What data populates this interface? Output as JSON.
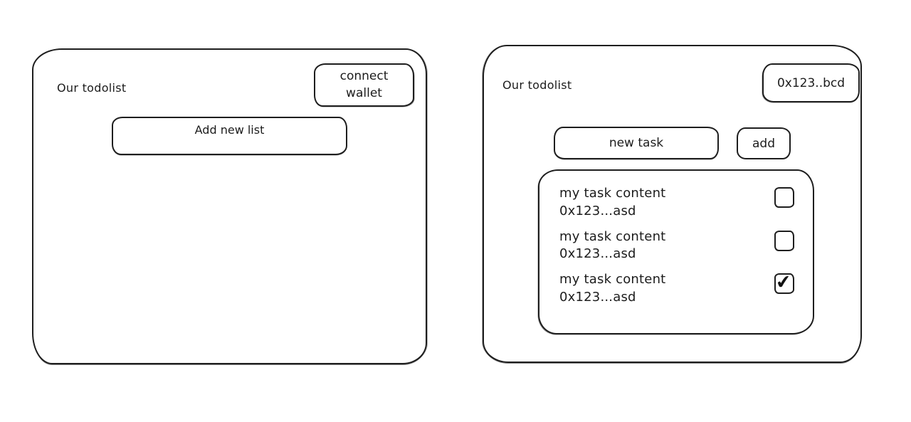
{
  "colors": {
    "ink": "#1c1c1c",
    "background": "#ffffff"
  },
  "left_panel": {
    "title": "Our todolist",
    "connect_wallet_label": "connect wallet",
    "add_new_list_label": "Add new list"
  },
  "right_panel": {
    "title": "Our todolist",
    "wallet_address_label": "0x123..bcd",
    "new_task_value": "new task",
    "add_button_label": "add",
    "check_icon": "✔",
    "tasks": [
      {
        "content": "my task content",
        "address": "0x123...asd",
        "checked": false,
        "check": ""
      },
      {
        "content": "my task content",
        "address": "0x123...asd",
        "checked": false,
        "check": ""
      },
      {
        "content": "my task content",
        "address": "0x123...asd",
        "checked": true,
        "check": "✔"
      }
    ]
  }
}
